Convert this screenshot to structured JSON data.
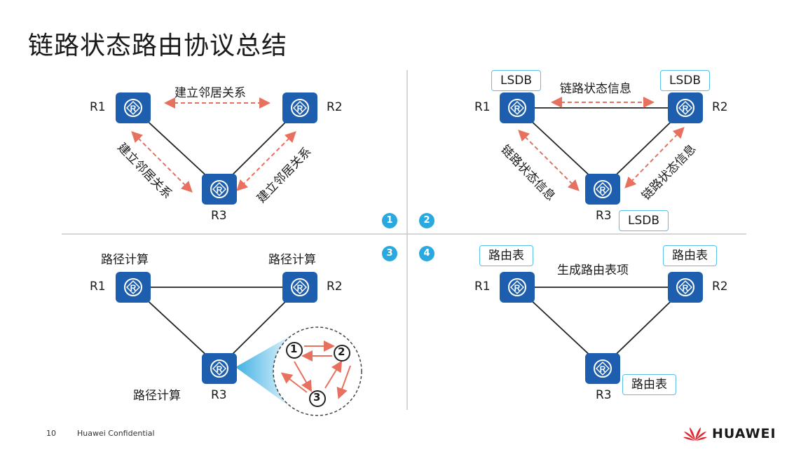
{
  "title": "链路状态路由协议总结",
  "routers": {
    "r1": "R1",
    "r2": "R2",
    "r3": "R3"
  },
  "steps": [
    "1",
    "2",
    "3",
    "4"
  ],
  "q1": {
    "neighbor_label": "建立邻居关系"
  },
  "q2": {
    "lsdb": "LSDB",
    "ls_info": "链路状态信息"
  },
  "q3": {
    "path_calc": "路径计算",
    "spf_nodes": [
      "1",
      "2",
      "3"
    ]
  },
  "q4": {
    "routing_table": "路由表",
    "gen_entries": "生成路由表项"
  },
  "footer": {
    "page_number": "10",
    "confidential": "Huawei Confidential",
    "brand": "HUAWEI"
  },
  "colors": {
    "router_fill": "#1d5fae",
    "arrow": "#e8705e",
    "badge": "#2aa8e0",
    "box_border": "#5bc0e6",
    "divider": "#c8c8c8"
  }
}
